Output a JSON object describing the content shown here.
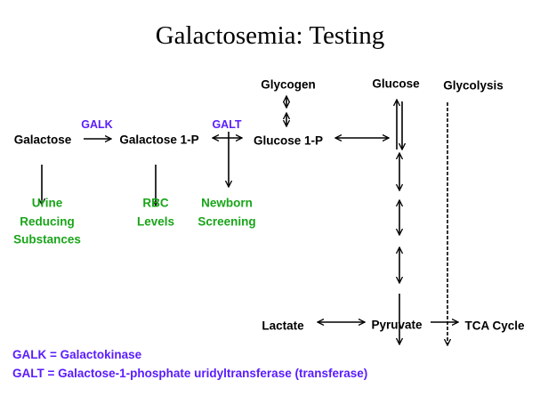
{
  "title": "Galactosemia: Testing",
  "nodes": {
    "galactose": "Galactose",
    "galactose1p": "Galactose 1-P",
    "glucose1p": "Glucose 1-P",
    "glycogen": "Glycogen",
    "glucose": "Glucose",
    "glycolysis": "Glycolysis",
    "lactate": "Lactate",
    "pyruvate": "Pyruvate",
    "tca": "TCA Cycle"
  },
  "enzymes": {
    "galk": "GALK",
    "galt": "GALT"
  },
  "tests": {
    "urine": [
      "Urine",
      "Reducing",
      "Substances"
    ],
    "rbc": [
      "RBC",
      "Levels"
    ],
    "newborn": [
      "Newborn",
      "Screening"
    ]
  },
  "legend": [
    "GALK = Galactokinase",
    "GALT = Galactose-1-phosphate uridyltransferase (transferase)"
  ],
  "colors": {
    "test": "#1aa51a",
    "enzyme": "#5a1cff"
  }
}
